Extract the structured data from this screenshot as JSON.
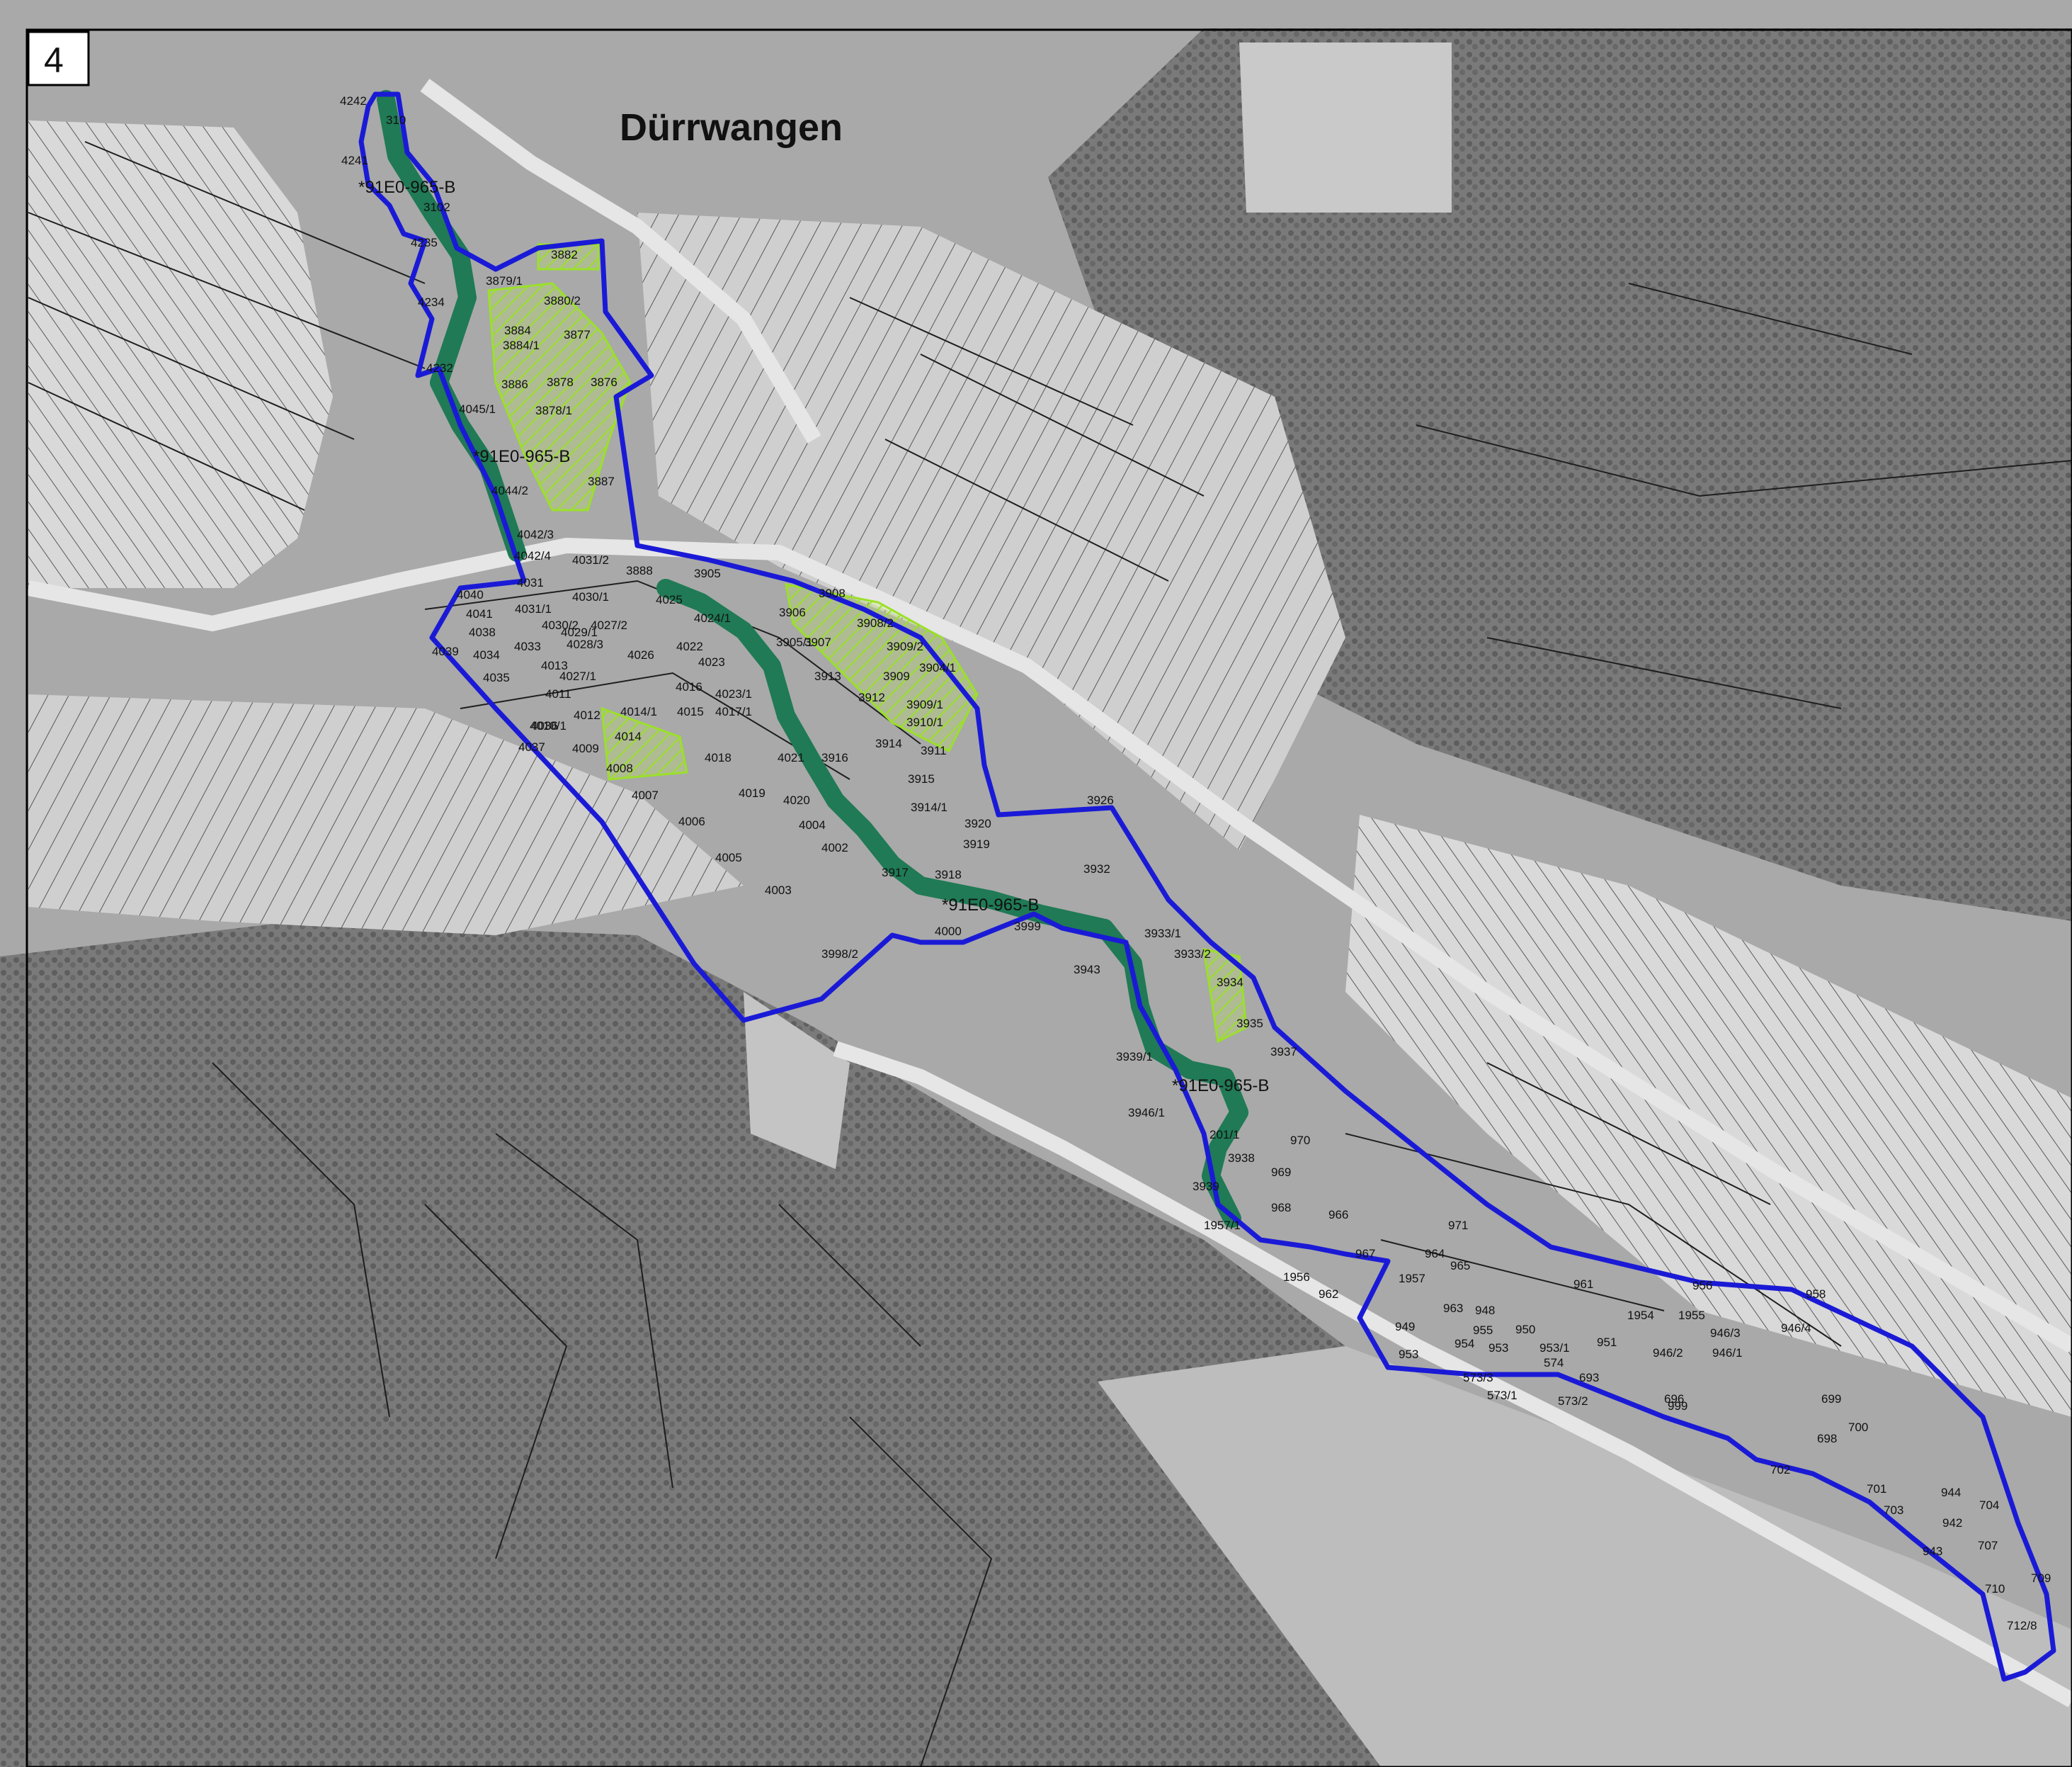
{
  "map": {
    "sheet_number": "4",
    "town_name": "Dürrwangen",
    "habitat_code": "*91E0-965-B",
    "colors": {
      "boundary": "#1a1ad6",
      "stream_habitat": "#1f7a55",
      "hatched_habitat": "#9be02a",
      "parcel_lines": "#1e1e1e",
      "aerial_base": "#b8b8b8",
      "forest": "#6a6a6a"
    },
    "habitat_labels": [
      "*91E0-965-B",
      "*91E0-965-B",
      "*91E0-965-B",
      "*91E0-965-B"
    ],
    "parcels": [
      "4242",
      "310",
      "4241",
      "3102",
      "4235",
      "3882",
      "3879/1",
      "3880/2",
      "4234",
      "3884",
      "3884/1",
      "3877",
      "4232",
      "3886",
      "3878",
      "3876",
      "4045/1",
      "3878/1",
      "3887",
      "4044/2",
      "4042/3",
      "4042/4",
      "4031/2",
      "3888",
      "3905",
      "4031",
      "4030/1",
      "4025",
      "4040",
      "4041",
      "4031/1",
      "4030/2",
      "4027/2",
      "4024/1",
      "3906",
      "3908",
      "3908/2",
      "4038",
      "4029/1",
      "4028/3",
      "4033",
      "4022",
      "3905/1",
      "3907",
      "3909/2",
      "4039",
      "4034",
      "4026",
      "4023",
      "3904/1",
      "4013",
      "4027/1",
      "3913",
      "3912",
      "3909",
      "4035",
      "4016",
      "4023/1",
      "4011",
      "4014/1",
      "4015",
      "4017/1",
      "3909/1",
      "4012",
      "4010/1",
      "3910/1",
      "4036",
      "4014",
      "3914",
      "3911",
      "4037",
      "4009",
      "4021",
      "3916",
      "4018",
      "4008",
      "3915",
      "4007",
      "4019",
      "4020",
      "3914/1",
      "3926",
      "4006",
      "4004",
      "3920",
      "3919",
      "4002",
      "4005",
      "3917",
      "3918",
      "3932",
      "4003",
      "4000",
      "3999",
      "3933/1",
      "3933/2",
      "3998/2",
      "3943",
      "3934",
      "3935",
      "3937",
      "3939/1",
      "3946/1",
      "201/1",
      "970",
      "3938",
      "969",
      "3939",
      "968",
      "966",
      "971",
      "1957/1",
      "964",
      "967",
      "1956",
      "1957",
      "965",
      "961",
      "962",
      "963",
      "956",
      "958",
      "949",
      "948",
      "1954",
      "1955",
      "955",
      "950",
      "946/3",
      "946/4",
      "954",
      "953",
      "953/1",
      "951",
      "946/2",
      "953",
      "574",
      "573/3",
      "693",
      "946/1",
      "573/1",
      "573/2",
      "696",
      "699",
      "999",
      "700",
      "698",
      "702",
      "701",
      "944",
      "703",
      "942",
      "704",
      "943",
      "707",
      "710",
      "709",
      "712/8"
    ]
  }
}
